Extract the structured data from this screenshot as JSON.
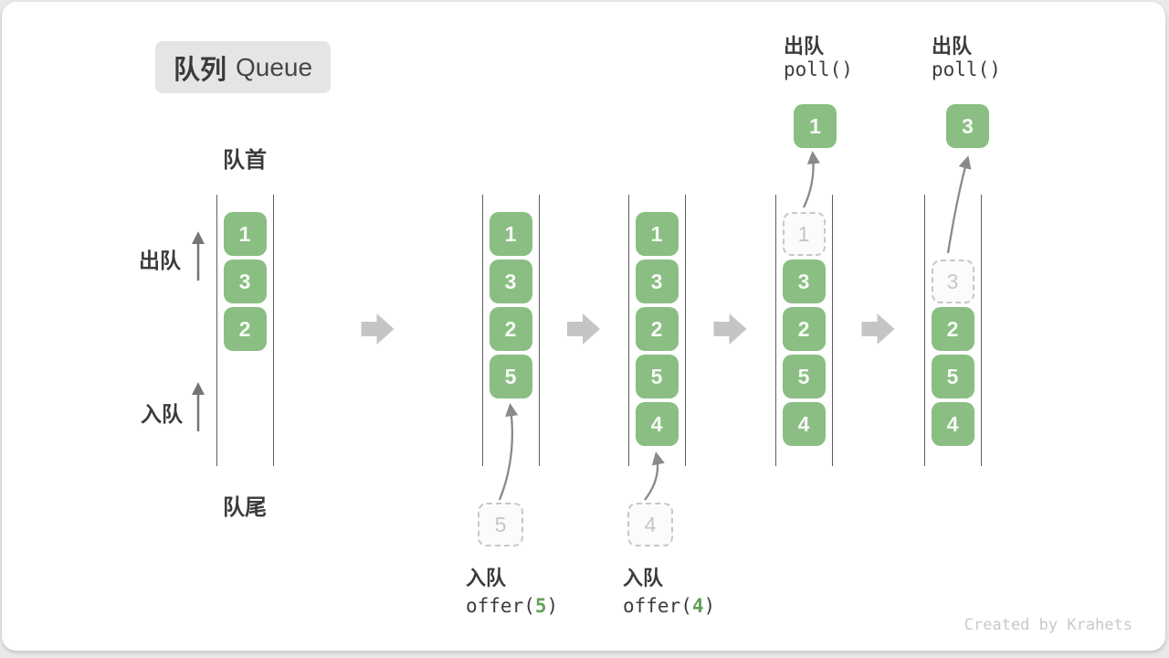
{
  "page": {
    "title_zh": "队列",
    "title_en": "Queue",
    "front_label": "队首",
    "rear_label": "队尾",
    "dequeue_label": "出队",
    "enqueue_label": "入队",
    "watermark": "Created by Krahets"
  },
  "colors": {
    "cell_green": "#8abe83",
    "cell_text": "#f6faf4",
    "accent_green": "#64a156",
    "dark_text": "#3b3b3b",
    "ghost_gray": "#c6c6c6",
    "block_arrow_gray": "#c5c5c5",
    "thin_arrow_gray": "#757575",
    "curve_arrow_gray": "#8a8a8a"
  },
  "stages": [
    {
      "cells": [
        {
          "v": "1",
          "slot": 0,
          "ghost": false
        },
        {
          "v": "3",
          "slot": 1,
          "ghost": false
        },
        {
          "v": "2",
          "slot": 2,
          "ghost": false
        }
      ]
    },
    {
      "cells": [
        {
          "v": "1",
          "slot": 0,
          "ghost": false
        },
        {
          "v": "3",
          "slot": 1,
          "ghost": false
        },
        {
          "v": "2",
          "slot": 2,
          "ghost": false
        },
        {
          "v": "5",
          "slot": 3,
          "ghost": false
        }
      ],
      "pending": {
        "value": "5"
      },
      "op": {
        "label": "入队",
        "code_prefix": "offer(",
        "arg": "5",
        "code_suffix": ")"
      }
    },
    {
      "cells": [
        {
          "v": "1",
          "slot": 0,
          "ghost": false
        },
        {
          "v": "3",
          "slot": 1,
          "ghost": false
        },
        {
          "v": "2",
          "slot": 2,
          "ghost": false
        },
        {
          "v": "5",
          "slot": 3,
          "ghost": false
        },
        {
          "v": "4",
          "slot": 4,
          "ghost": false
        }
      ],
      "pending": {
        "value": "4"
      },
      "op": {
        "label": "入队",
        "code_prefix": "offer(",
        "arg": "4",
        "code_suffix": ")"
      }
    },
    {
      "cells": [
        {
          "v": "1",
          "slot": 0,
          "ghost": true
        },
        {
          "v": "3",
          "slot": 1,
          "ghost": false
        },
        {
          "v": "2",
          "slot": 2,
          "ghost": false
        },
        {
          "v": "5",
          "slot": 3,
          "ghost": false
        },
        {
          "v": "4",
          "slot": 4,
          "ghost": false
        }
      ],
      "popped": {
        "value": "1"
      },
      "op_top": {
        "label": "出队",
        "code": "poll()"
      }
    },
    {
      "cells": [
        {
          "v": "3",
          "slot": 1,
          "ghost": true
        },
        {
          "v": "2",
          "slot": 2,
          "ghost": false
        },
        {
          "v": "5",
          "slot": 3,
          "ghost": false
        },
        {
          "v": "4",
          "slot": 4,
          "ghost": false
        }
      ],
      "popped": {
        "value": "3"
      },
      "op_top": {
        "label": "出队",
        "code": "poll()"
      }
    }
  ]
}
